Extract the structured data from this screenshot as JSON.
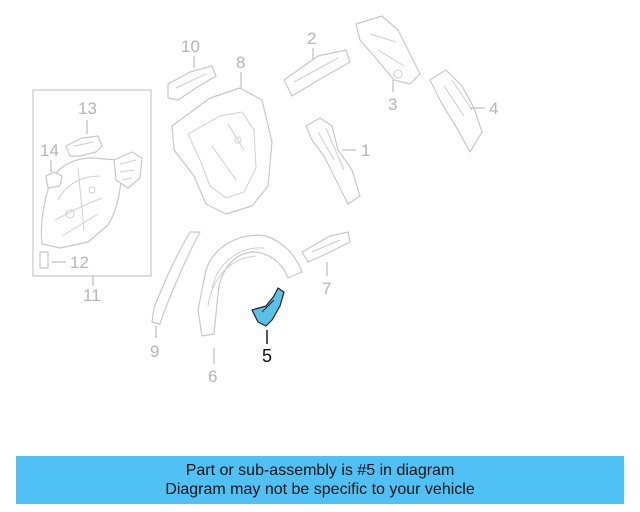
{
  "callouts": {
    "n1": "1",
    "n2": "2",
    "n3": "3",
    "n4": "4",
    "n5": "5",
    "n6": "6",
    "n7": "7",
    "n8": "8",
    "n9": "9",
    "n10": "10",
    "n11": "11",
    "n12": "12",
    "n13": "13",
    "n14": "14"
  },
  "highlight_color": "#59c0e8",
  "banner": {
    "color": "#4fc1f5",
    "line1": "Part or sub-assembly is #5 in diagram",
    "line2": "Diagram may not be specific to your vehicle"
  }
}
